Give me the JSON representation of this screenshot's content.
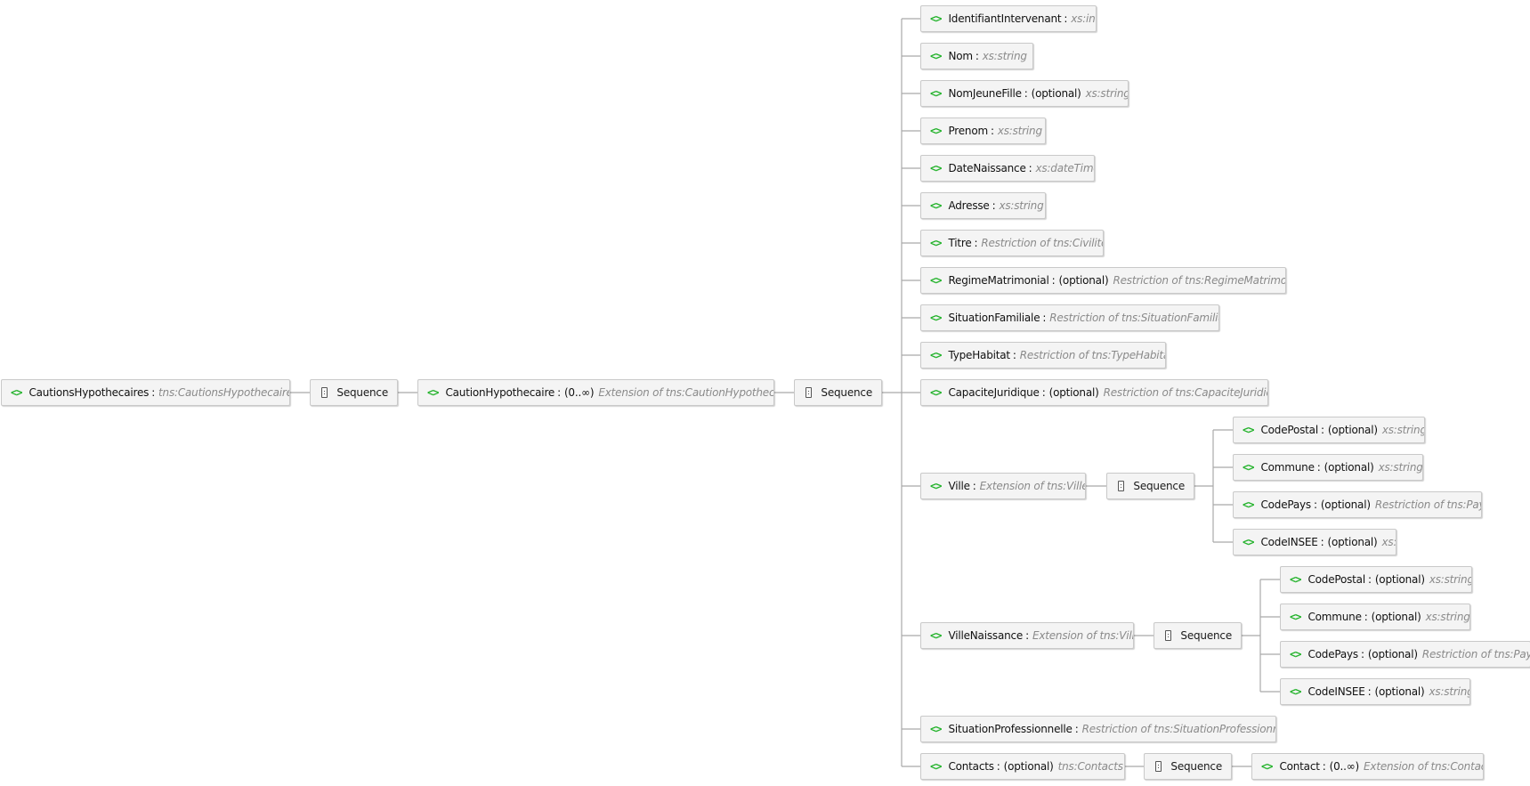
{
  "root": {
    "name": "CautionsHypothecaires",
    "type": "tns:CautionsHypothecaires"
  },
  "seq1": {
    "label": "Sequence"
  },
  "caution": {
    "name": "CautionHypothecaire",
    "occ": "(0..∞)",
    "type": "Extension of tns:CautionHypothecaire"
  },
  "seq2": {
    "label": "Sequence"
  },
  "children": [
    {
      "name": "IdentifiantIntervenant",
      "occ": "",
      "type": "xs:int"
    },
    {
      "name": "Nom",
      "occ": "",
      "type": "xs:string"
    },
    {
      "name": "NomJeuneFille",
      "occ": "(optional)",
      "type": "xs:string"
    },
    {
      "name": "Prenom",
      "occ": "",
      "type": "xs:string"
    },
    {
      "name": "DateNaissance",
      "occ": "",
      "type": "xs:dateTime"
    },
    {
      "name": "Adresse",
      "occ": "",
      "type": "xs:string"
    },
    {
      "name": "Titre",
      "occ": "",
      "type": "Restriction of tns:Civilite"
    },
    {
      "name": "RegimeMatrimonial",
      "occ": "(optional)",
      "type": "Restriction of tns:RegimeMatrimonial"
    },
    {
      "name": "SituationFamiliale",
      "occ": "",
      "type": "Restriction of tns:SituationFamiliale"
    },
    {
      "name": "TypeHabitat",
      "occ": "",
      "type": "Restriction of tns:TypeHabitat"
    },
    {
      "name": "CapaciteJuridique",
      "occ": "(optional)",
      "type": "Restriction of tns:CapaciteJuridique"
    },
    {
      "name": "Ville",
      "occ": "",
      "type": "Extension of tns:Ville"
    },
    {
      "name": "VilleNaissance",
      "occ": "",
      "type": "Extension of tns:Ville"
    },
    {
      "name": "SituationProfessionnelle",
      "occ": "",
      "type": "Restriction of tns:SituationProfessionnelle"
    },
    {
      "name": "Contacts",
      "occ": "(optional)",
      "type": "tns:Contacts"
    }
  ],
  "ville": {
    "seq_label": "Sequence",
    "children": [
      {
        "name": "CodePostal",
        "occ": "(optional)",
        "type": "xs:string"
      },
      {
        "name": "Commune",
        "occ": "(optional)",
        "type": "xs:string"
      },
      {
        "name": "CodePays",
        "occ": "(optional)",
        "type": "Restriction of tns:Pays"
      },
      {
        "name": "CodeINSEE",
        "occ": "(optional)",
        "type": "xs:string"
      }
    ]
  },
  "villeNaissance": {
    "seq_label": "Sequence",
    "children": [
      {
        "name": "CodePostal",
        "occ": "(optional)",
        "type": "xs:string"
      },
      {
        "name": "Commune",
        "occ": "(optional)",
        "type": "xs:string"
      },
      {
        "name": "CodePays",
        "occ": "(optional)",
        "type": "Restriction of tns:Pays"
      },
      {
        "name": "CodeINSEE",
        "occ": "(optional)",
        "type": "xs:string"
      }
    ]
  },
  "contacts": {
    "seq_label": "Sequence",
    "child": {
      "name": "Contact",
      "occ": "(0..∞)",
      "type": "Extension of tns:Contact"
    }
  }
}
